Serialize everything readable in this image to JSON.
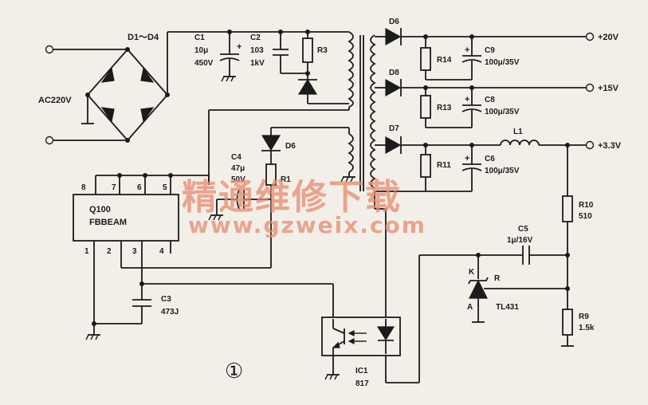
{
  "components": {
    "bridge": "D1～D4",
    "ac_input": "AC220V",
    "c1": {
      "name": "C1",
      "value1": "10μ",
      "value2": "450V"
    },
    "c2": {
      "name": "C2",
      "value1": "103",
      "value2": "1kV"
    },
    "r3": "R3",
    "d6_top": "D6",
    "d8": "D8",
    "d7": "D7",
    "r14": "R14",
    "r13": "R13",
    "r11": "R11",
    "c9": {
      "name": "C9",
      "value": "100μ/35V"
    },
    "c8": {
      "name": "C8",
      "value": "100μ/35V"
    },
    "c6": {
      "name": "C6",
      "value": "100μ/35V"
    },
    "l1": "L1",
    "c4": {
      "name": "C4",
      "value1": "47μ",
      "value2": "50V"
    },
    "d6_mid": "D6",
    "r1": "R1",
    "ic": {
      "name": "Q100",
      "part": "FBBEAM",
      "pins_top": [
        "8",
        "7",
        "6",
        "5"
      ],
      "pins_bottom": [
        "1",
        "2",
        "3",
        "4"
      ]
    },
    "c3": {
      "name": "C3",
      "value": "473J"
    },
    "r10": {
      "name": "R10",
      "value": "510"
    },
    "r9": {
      "name": "R9",
      "value": "1.5k"
    },
    "c5": {
      "name": "C5",
      "value": "1μ/16V"
    },
    "tl431": {
      "name": "TL431",
      "k": "K",
      "r": "R",
      "a": "A"
    },
    "ic1": {
      "name": "IC1",
      "part": "817"
    },
    "figure_number": "①"
  },
  "outputs": [
    "+20V",
    "+15V",
    "+3.3V"
  ],
  "watermark": {
    "line1": "精通维修下载",
    "line2": "www.gzweix.com"
  }
}
